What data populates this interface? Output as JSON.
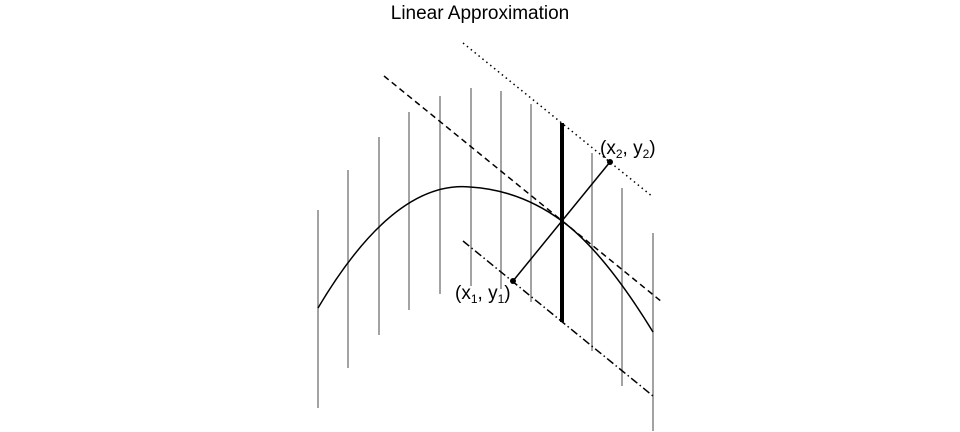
{
  "title": "Linear Approximation",
  "labels": {
    "point1": {
      "x": "x",
      "x_sub": "1",
      "y": "y",
      "y_sub": "1"
    },
    "point2": {
      "x": "x",
      "x_sub": "2",
      "y": "y",
      "y_sub": "2"
    }
  },
  "colors": {
    "ink": "#000000",
    "grid_lines": "#8c8c8c"
  }
}
